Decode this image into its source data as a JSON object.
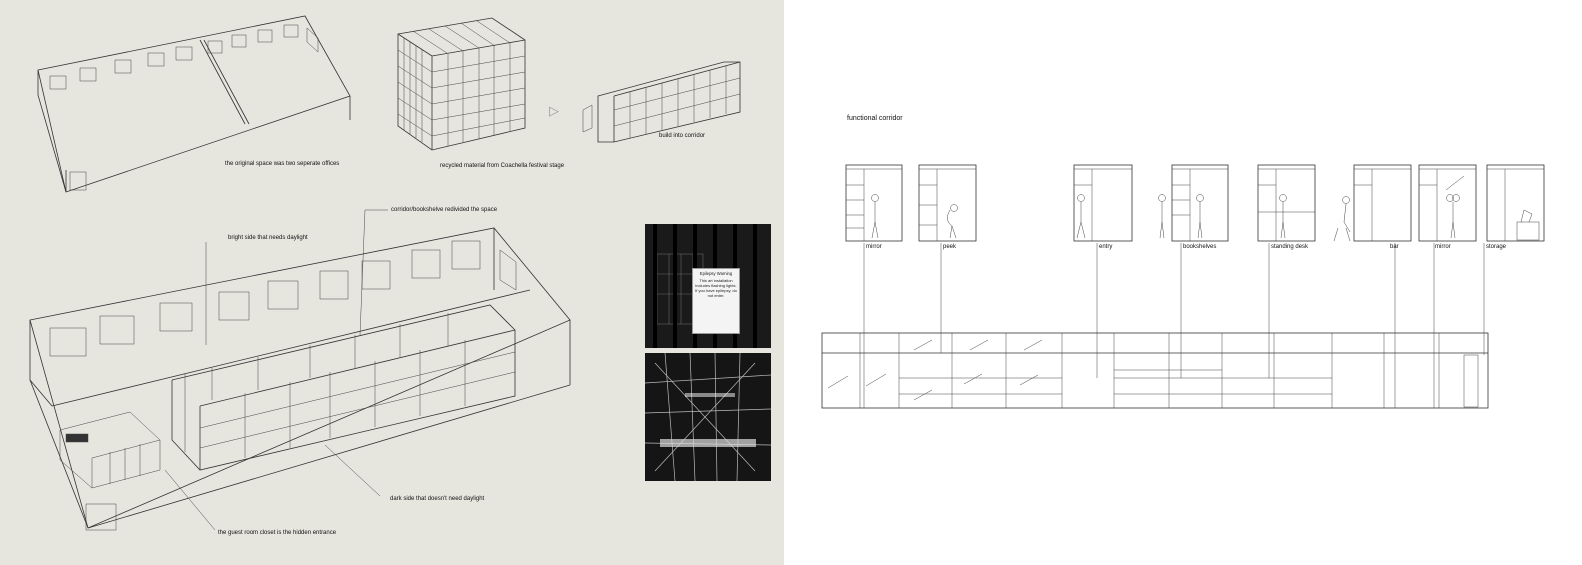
{
  "left": {
    "labels": {
      "original_space": "the original space was two seperate offices",
      "recycled_material": "recycled material from Coachella festival stage",
      "build_into": "build into corridor",
      "bright_side": "bright side that needs daylight",
      "corridor_divide": "corridor/bookshelve redivided the space",
      "dark_side": "dark side that doesn't need daylight",
      "guest_closet": "the guest room closet is the hidden entrance"
    },
    "photo_sign": {
      "title": "Epilepsy Warning",
      "body": "This art installation includes flashing lights. If you have epilepsy, do not enter."
    },
    "arrow_glyph": "▷"
  },
  "right": {
    "title": "functional corridor",
    "modules": [
      {
        "label": "mirror"
      },
      {
        "label": "peek"
      },
      {
        "label": "entry"
      },
      {
        "label": "bookshelves"
      },
      {
        "label": "standing desk"
      },
      {
        "label": "bar"
      },
      {
        "label": "mirror"
      },
      {
        "label": "storage"
      }
    ]
  }
}
